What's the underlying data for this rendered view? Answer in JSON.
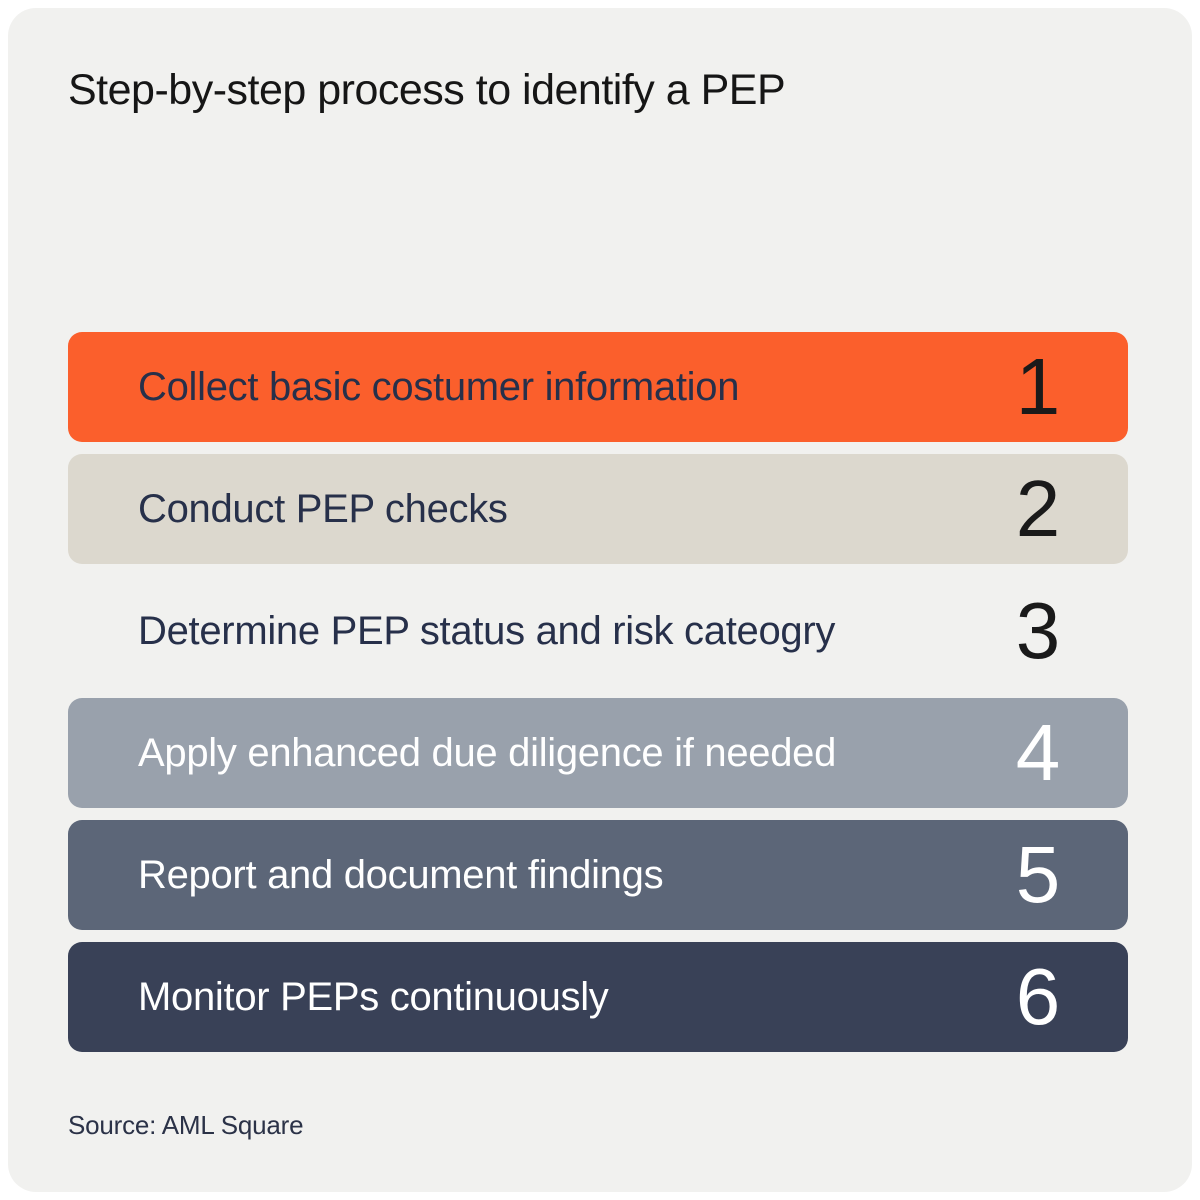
{
  "page": {
    "background": "#ffffff",
    "card_background": "#f1f1ef"
  },
  "title": "Step-by-step process to identify a PEP",
  "source": "Source: AML Square",
  "steps": [
    {
      "number": "1",
      "label": "Collect basic costumer information",
      "bg": "#fb5f2c",
      "text_color": "#27304a",
      "number_color": "#1a1a1a"
    },
    {
      "number": "2",
      "label": "Conduct PEP checks",
      "bg": "#dcd8ce",
      "text_color": "#27304a",
      "number_color": "#1a1a1a"
    },
    {
      "number": "3",
      "label": "Determine PEP status and risk cateogry",
      "bg": "transparent",
      "text_color": "#27304a",
      "number_color": "#1a1a1a"
    },
    {
      "number": "4",
      "label": "Apply enhanced due diligence if needed",
      "bg": "#99a1ac",
      "text_color": "#ffffff",
      "number_color": "#ffffff"
    },
    {
      "number": "5",
      "label": "Report and document findings",
      "bg": "#5c6678",
      "text_color": "#ffffff",
      "number_color": "#ffffff"
    },
    {
      "number": "6",
      "label": "Monitor PEPs continuously",
      "bg": "#394157",
      "text_color": "#ffffff",
      "number_color": "#ffffff"
    }
  ]
}
